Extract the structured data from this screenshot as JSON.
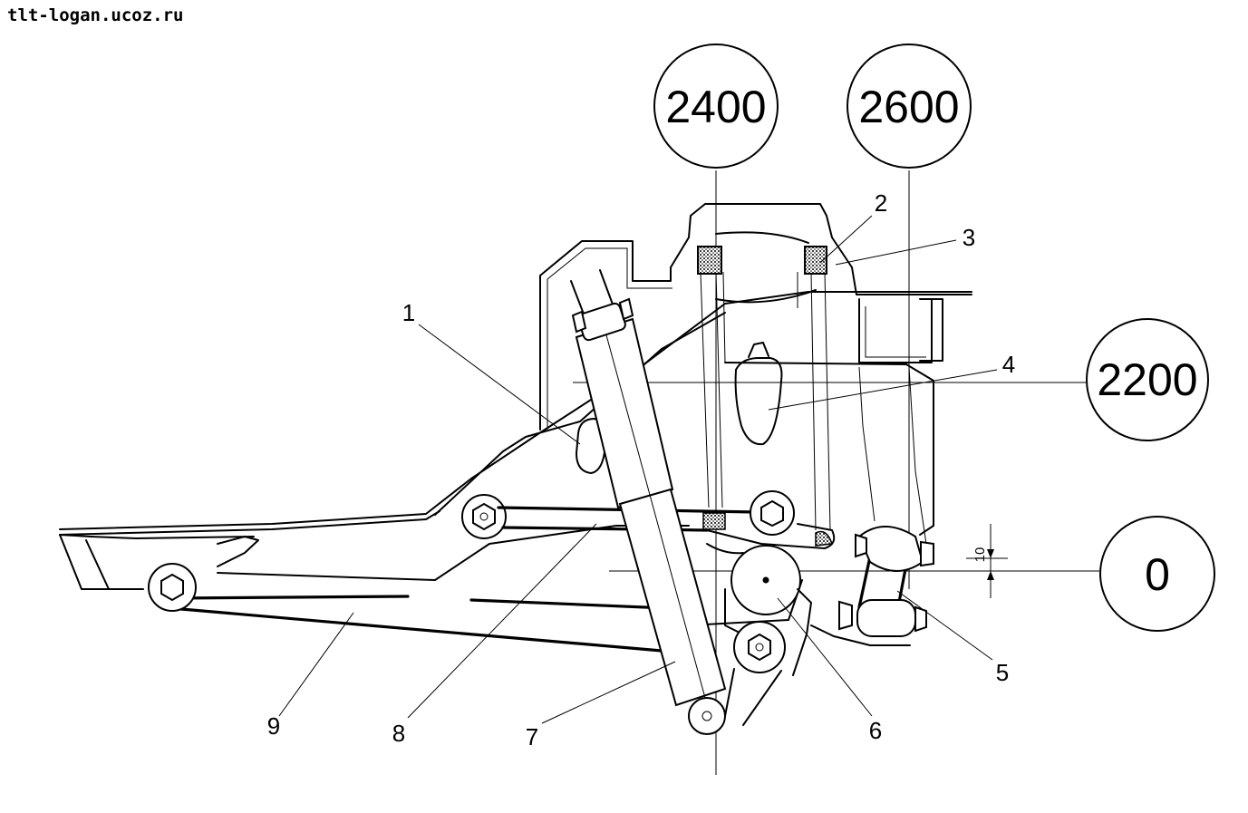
{
  "watermark": "tlt-logan.ucoz.ru",
  "reference_lines": {
    "line_2400": "2400",
    "line_2600": "2600",
    "line_2200": "2200",
    "line_0": "0"
  },
  "dimension": "10",
  "callouts": {
    "c1": "1",
    "c2": "2",
    "c3": "3",
    "c4": "4",
    "c5": "5",
    "c6": "6",
    "c7": "7",
    "c8": "8",
    "c9": "9"
  }
}
